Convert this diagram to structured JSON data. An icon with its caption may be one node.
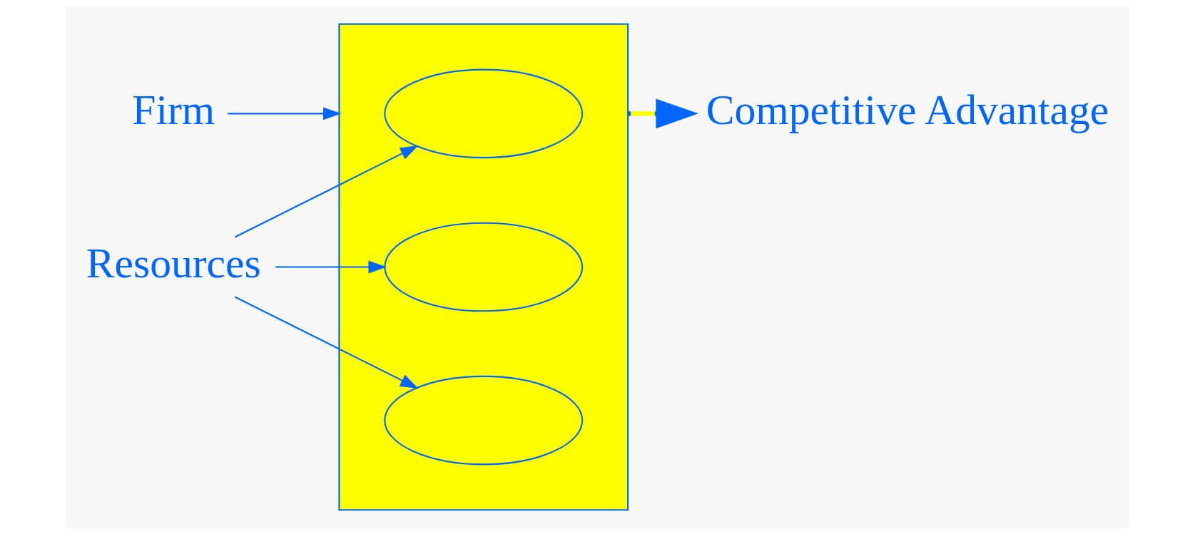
{
  "diagram": {
    "nodes": [
      {
        "text": [
          "Firm"
        ]
      },
      {
        "text": [],
        "shape": "box"
      },
      {
        "text": [],
        "shape": "ellipse",
        "in": 1
      },
      {
        "text": [],
        "shape": "ellipse",
        "in": 1
      },
      {
        "text": [],
        "shape": "ellipse",
        "in": 1
      },
      {
        "text": [
          "Competitive Advantage"
        ]
      },
      {
        "text": [
          "Resources"
        ]
      }
    ],
    "edges": [
      {
        "from": 0,
        "to": 1,
        "arrow": "to"
      },
      {
        "from": 1,
        "to": 5,
        "arrow": "to",
        "style": "thick",
        "color": "#ffff00"
      },
      {
        "from": 6,
        "to": 2,
        "arrow": "to"
      },
      {
        "from": 6,
        "to": 3,
        "arrow": "to"
      },
      {
        "from": 6,
        "to": 4,
        "arrow": "to"
      }
    ]
  }
}
